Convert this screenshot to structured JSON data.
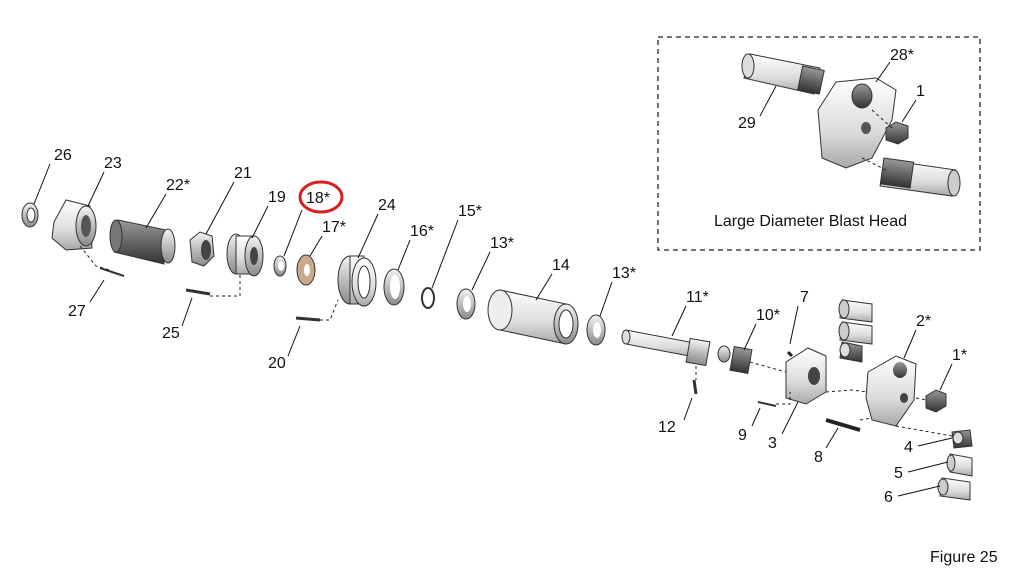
{
  "inset_title": "Large Diameter Blast Head",
  "figure_caption": "Figure 25",
  "highlight_color": "#d62020",
  "highlighted_part": "18*",
  "labels": {
    "p26": "26",
    "p23": "23",
    "p22": "22*",
    "p21": "21",
    "p19": "19",
    "p18": "18*",
    "p17": "17*",
    "p24": "24",
    "p16": "16*",
    "p15": "15*",
    "p13a": "13*",
    "p14": "14",
    "p13b": "13*",
    "p11": "11*",
    "p10": "10*",
    "p7": "7",
    "p2": "2*",
    "p1": "1*",
    "p27": "27",
    "p25": "25",
    "p20": "20",
    "p12": "12",
    "p9": "9",
    "p3": "3",
    "p8": "8",
    "p4": "4",
    "p5": "5",
    "p6": "6",
    "i28": "28*",
    "i1": "1",
    "i29": "29"
  }
}
